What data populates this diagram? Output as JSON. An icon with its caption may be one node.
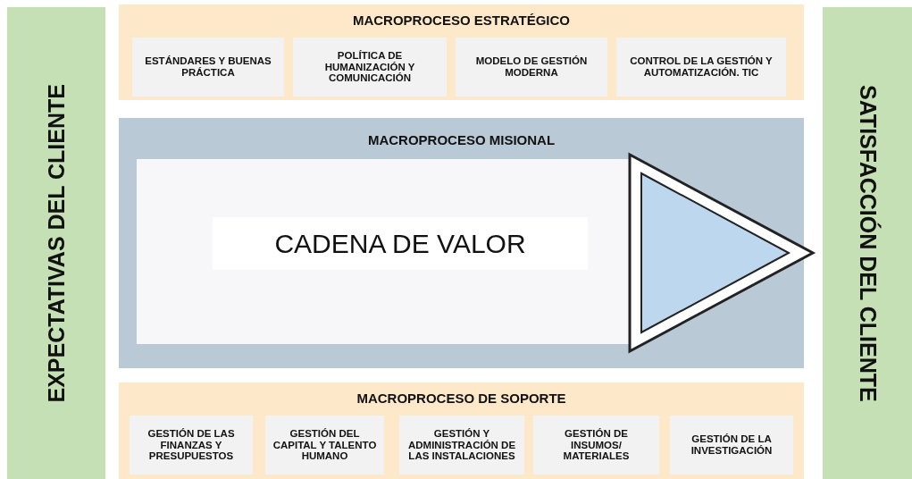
{
  "diagram": {
    "nodes": [
      {
        "text": [
          "EXPECTATIVAS DEL CLIENTE"
        ]
      },
      {
        "text": [
          "MACROPROCESO ESTRATÉGICO"
        ]
      },
      {
        "text": [
          "ESTÁNDARES Y BUENAS PRÁCTICA"
        ],
        "in": 1
      },
      {
        "text": [
          "POLÍTICA DE HUMANIZACIÓN Y COMUNICACIÓN"
        ],
        "in": 1
      },
      {
        "text": [
          "MODELO DE GESTIÓN MODERNA"
        ],
        "in": 1
      },
      {
        "text": [
          "CONTROL DE LA GESTIÓN Y AUTOMATIZACIÓN. TIC"
        ],
        "in": 1
      },
      {
        "text": [
          "MACROPROCESO MISIONAL"
        ]
      },
      {
        "text": [
          "CADENA DE VALOR"
        ],
        "in": 6
      },
      {
        "text": [
          "MACROPROCESO DE SOPORTE"
        ]
      },
      {
        "text": [
          "GESTIÓN DE LAS FINANZAS Y PRESUPUESTOS"
        ],
        "in": 8
      },
      {
        "text": [
          "GESTIÓN DEL CAPITAL Y TALENTO HUMANO"
        ],
        "in": 8
      },
      {
        "text": [
          "GESTIÓN Y ADMINISTRACIÓN DE LAS INSTALACIONES"
        ],
        "in": 8
      },
      {
        "text": [
          "GESTIÓN DE INSUMOS/ MATERIALES"
        ],
        "in": 8
      },
      {
        "text": [
          "GESTIÓN DE LA INVESTIGACIÓN"
        ],
        "in": 8
      },
      {
        "text": [
          "SATISFACCIÓN DEL CLIENTE"
        ]
      }
    ]
  }
}
